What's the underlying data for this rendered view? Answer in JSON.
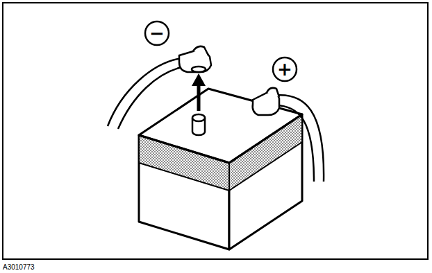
{
  "diagram": {
    "labels": [
      "−",
      "+",
      "A3010773"
    ]
  }
}
